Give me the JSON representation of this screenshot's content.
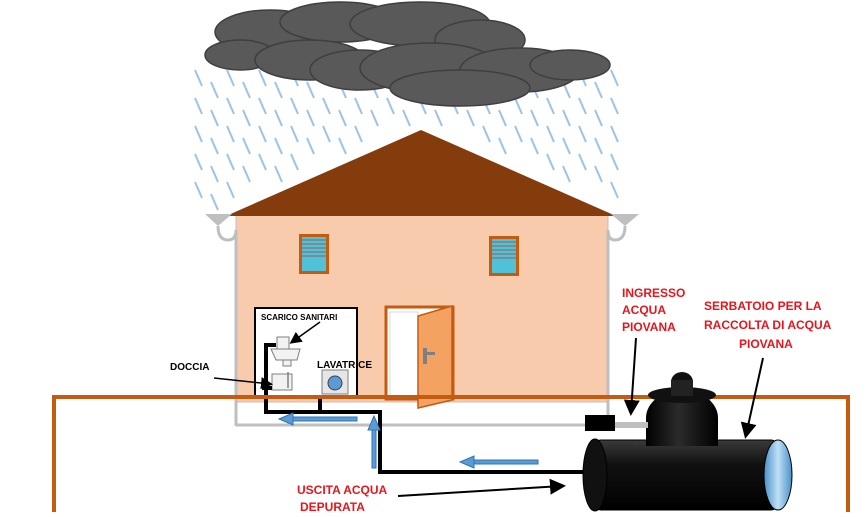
{
  "labels": {
    "scarico_sanitari": "SCARICO SANITARI",
    "lavatrice": "LAVATRICE",
    "doccia": "DOCCIA",
    "ingresso": [
      "INGRESSO",
      "ACQUA",
      "PIOVANA"
    ],
    "serbatoio": [
      "SERBATOIO PER LA",
      "RACCOLTA DI ACQUA",
      "PIOVANA"
    ],
    "uscita": [
      "USCITA ACQUA",
      "DEPURATA"
    ]
  },
  "colors": {
    "roof": "#843c0c",
    "wall": "#f8cbad",
    "ground_line": "#c55a11",
    "cloud": "#595959",
    "rain": "#9dc3e6",
    "pipe_blue": "#5b9bd5",
    "tank": "#000000",
    "label_red": "#e8141b"
  },
  "icons": [
    "cloud-icon",
    "rain-icon",
    "house-icon",
    "door-icon",
    "window-icon",
    "toilet-icon",
    "shower-icon",
    "washing-machine-icon",
    "tank-icon",
    "filter-icon",
    "arrow-icon"
  ]
}
